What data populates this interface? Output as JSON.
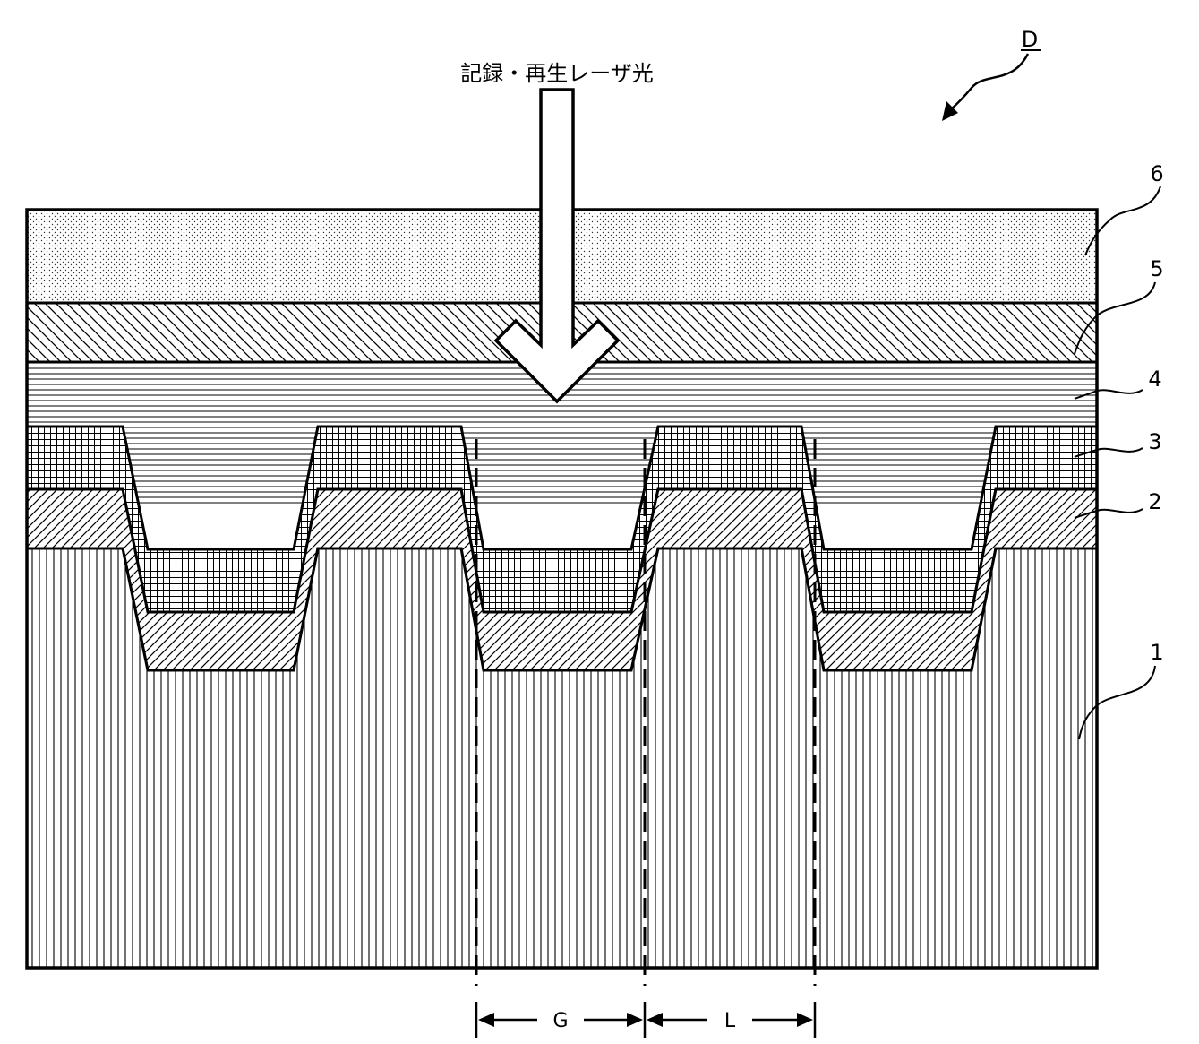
{
  "figure_ref": "D",
  "laser_label": "記録・再生レーザ光",
  "layers": [
    {
      "number": "1"
    },
    {
      "number": "2"
    },
    {
      "number": "3"
    },
    {
      "number": "4"
    },
    {
      "number": "5"
    },
    {
      "number": "6"
    }
  ],
  "dimensions": {
    "groove": "G",
    "land": "L"
  }
}
